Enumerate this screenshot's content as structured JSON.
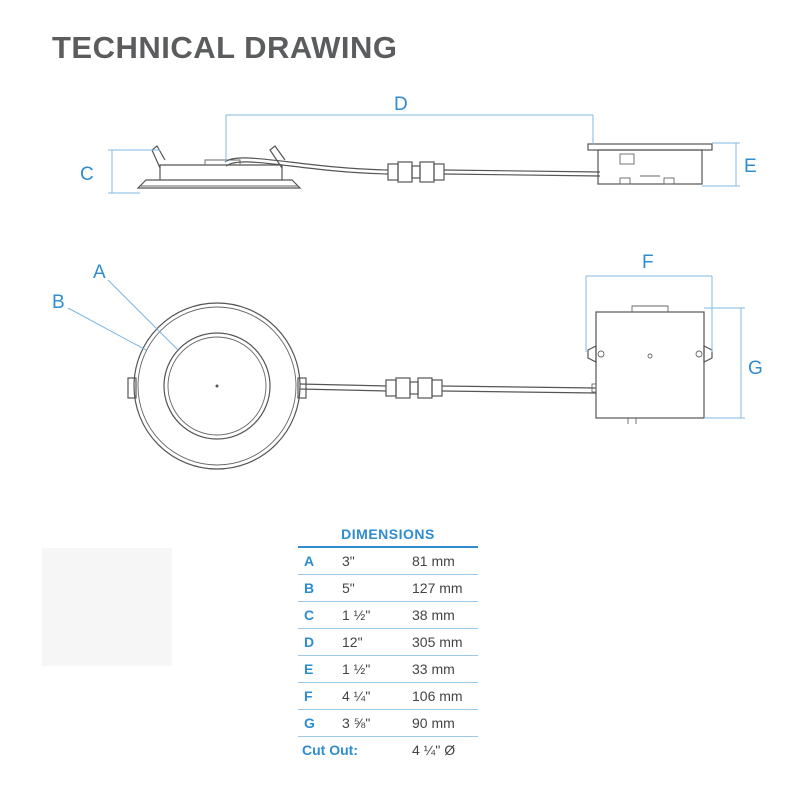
{
  "title": "TECHNICAL DRAWING",
  "labels": {
    "A": "A",
    "B": "B",
    "C": "C",
    "D": "D",
    "E": "E",
    "F": "F",
    "G": "G"
  },
  "table": {
    "header": "DIMENSIONS",
    "rows": [
      {
        "key": "A",
        "inch": "3\"",
        "mm": "81 mm"
      },
      {
        "key": "B",
        "inch": "5\"",
        "mm": "127 mm"
      },
      {
        "key": "C",
        "inch": "1 ½\"",
        "mm": "38 mm"
      },
      {
        "key": "D",
        "inch": "12\"",
        "mm": "305 mm"
      },
      {
        "key": "E",
        "inch": "1 ½\"",
        "mm": "33 mm"
      },
      {
        "key": "F",
        "inch": "4 ¼\"",
        "mm": "106 mm"
      },
      {
        "key": "G",
        "inch": "3 ⅝\"",
        "mm": "90 mm"
      }
    ],
    "cutout": {
      "key": "Cut Out:",
      "value": "4 ¼\" Ø"
    }
  },
  "colors": {
    "accent": "#2e8ccf",
    "title": "#5a5c5e",
    "line": "#555555"
  }
}
